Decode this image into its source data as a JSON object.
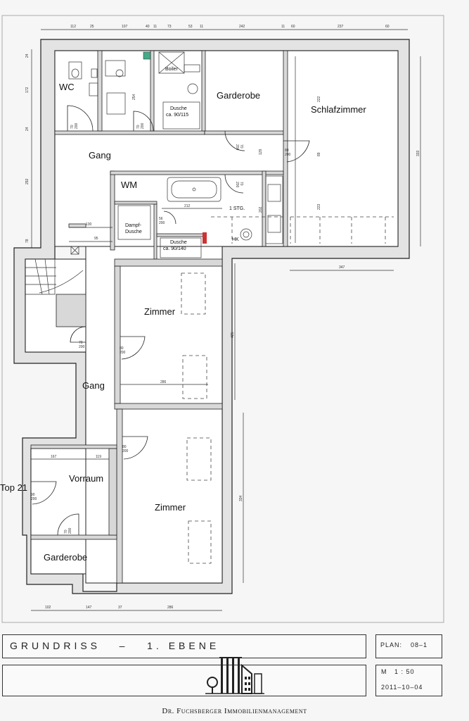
{
  "rooms": {
    "wc": "WC",
    "garderobe_top": "Garderobe",
    "schlafzimmer": "Schlafzimmer",
    "gang_top": "Gang",
    "wm": "WM",
    "dusche1_line1": "Dusche",
    "dusche1_line2": "ca. 90/115",
    "boiler": "Boiler",
    "dampfdusche_line1": "Dampf-",
    "dampfdusche_line2": "Dusche",
    "dusche2_line1": "Dusche",
    "dusche2_line2": "ca. 90/140",
    "stufe": "1 STG.",
    "hk": "HK",
    "zimmer1": "Zimmer",
    "gang_bottom": "Gang",
    "vorraum": "Vorraum",
    "zimmer2": "Zimmer",
    "garderobe_bottom": "Garderobe",
    "top21": "Top 21"
  },
  "doors": {
    "d70_200": "70\n200",
    "d80_200": "80\n200",
    "d90_200": "90\n200",
    "d56_200": "56\n200"
  },
  "dimensions": {
    "top": [
      "112",
      "25",
      "107",
      "40",
      "11",
      "73",
      "53",
      "11",
      "242",
      "11",
      "60",
      "237",
      "60"
    ],
    "left": [
      "24",
      "172",
      "24",
      "292",
      "78"
    ],
    "inner": [
      "130",
      "95",
      "212",
      "129",
      "202",
      "203",
      "222",
      "89",
      "223",
      "333",
      "347",
      "425",
      "286",
      "167",
      "119",
      "334",
      "254"
    ],
    "bottom": [
      "102",
      "147",
      "37",
      "286"
    ]
  },
  "title_block": {
    "title": "GRUNDRISS   –   1. EBENE",
    "plan_label": "PLAN:",
    "plan_value": "08–1",
    "scale_label": "M   1 : 50",
    "date": "2011–10–04"
  },
  "footer": "Dr. Fuchsberger Immobilienmanagement"
}
